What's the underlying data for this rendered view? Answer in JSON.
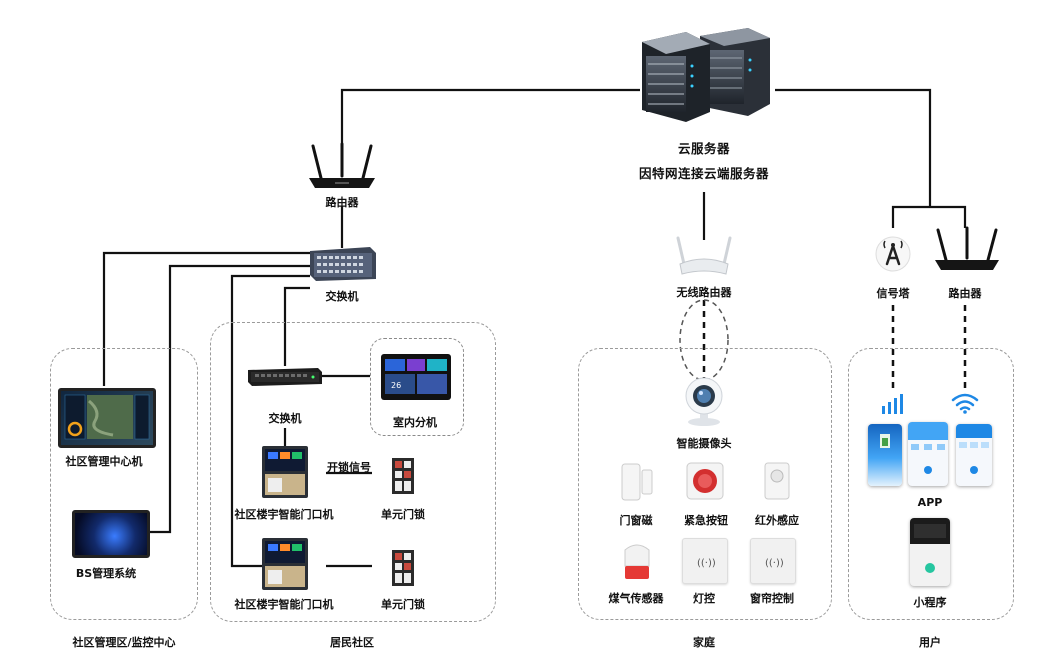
{
  "cloud": {
    "title": "云服务器",
    "subtitle": "因特网连接云端服务器"
  },
  "labels": {
    "top_router": "路由器",
    "core_switch": "交换机",
    "mgmt_center_pc": "社区管理中心机",
    "bs_system": "BS管理系统",
    "sub_switch": "交换机",
    "indoor_unit": "室内分机",
    "door_station_1": "社区楼宇智能门口机",
    "door_station_2": "社区楼宇智能门口机",
    "unlock_signal": "开锁信号",
    "unit_lock_1": "单元门锁",
    "unit_lock_2": "单元门锁",
    "wifi_router": "无线路由器",
    "smart_camera": "智能摄像头",
    "door_sensor": "门窗磁",
    "emergency_button": "紧急按钮",
    "infrared_sensor": "红外感应",
    "gas_sensor": "煤气传感器",
    "light_control": "灯控",
    "curtain_control": "窗帘控制",
    "signal_tower": "信号塔",
    "user_router": "路由器",
    "app": "APP",
    "mini_program": "小程序"
  },
  "zones": {
    "management": "社区管理区/监控中心",
    "residential": "居民社区",
    "home": "家庭",
    "user": "用户"
  },
  "icons": {
    "cloud_servers": "server-rack-icon",
    "routers": "router-icon",
    "switches": "network-switch-icon",
    "tower": "signal-tower-icon",
    "wifi": "wifi-icon",
    "signal": "signal-bars-icon",
    "camera": "webcam-icon"
  },
  "colors": {
    "line": "#111111",
    "zone_border": "#9a9a9a",
    "app_accent": "#1e88e5",
    "emergency_red": "#d32f2f"
  }
}
